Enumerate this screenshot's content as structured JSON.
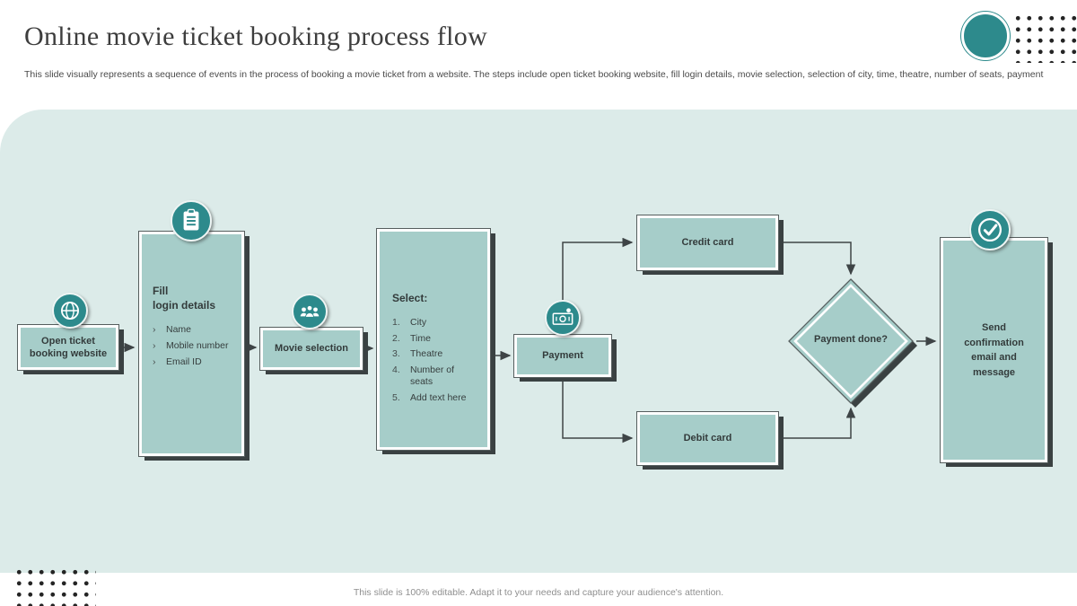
{
  "header": {
    "title": "Online movie ticket booking process flow",
    "subtitle": "This slide visually represents a sequence of events in the process of booking a movie ticket from a website. The steps include open ticket booking website, fill login details, movie selection, selection of city, time, theatre, number of seats, payment"
  },
  "flow": {
    "open_website": {
      "label": "Open ticket booking website",
      "icon": "website-icon"
    },
    "fill_login": {
      "title": "Fill\nlogin details",
      "icon": "form-icon",
      "items": [
        "Name",
        "Mobile number",
        "Email ID"
      ]
    },
    "movie_selection": {
      "label": "Movie selection",
      "icon": "audience-icon"
    },
    "select": {
      "title": "Select:",
      "items": [
        "City",
        "Time",
        "Theatre",
        "Number of seats",
        "Add text here"
      ]
    },
    "payment": {
      "label": "Payment",
      "icon": "payment-icon"
    },
    "credit_card": {
      "label": "Credit card"
    },
    "debit_card": {
      "label": "Debit card"
    },
    "payment_done": {
      "label": "Payment done?"
    },
    "confirmation": {
      "label": "Send confirmation email and message",
      "icon": "check-icon"
    },
    "edges": [
      [
        "open_website",
        "fill_login"
      ],
      [
        "fill_login",
        "movie_selection"
      ],
      [
        "movie_selection",
        "select"
      ],
      [
        "select",
        "payment"
      ],
      [
        "payment",
        "credit_card"
      ],
      [
        "payment",
        "debit_card"
      ],
      [
        "credit_card",
        "payment_done"
      ],
      [
        "debit_card",
        "payment_done"
      ],
      [
        "payment_done",
        "confirmation"
      ]
    ]
  },
  "footer": {
    "note": "This slide is 100% editable. Adapt it to your needs and capture your audience's attention."
  },
  "colors": {
    "accent": "#2D8A8C",
    "node_fill": "#A6CDC9",
    "canvas": "#DCEBE9",
    "line": "#3E4446",
    "shadow": "#3A4142"
  }
}
